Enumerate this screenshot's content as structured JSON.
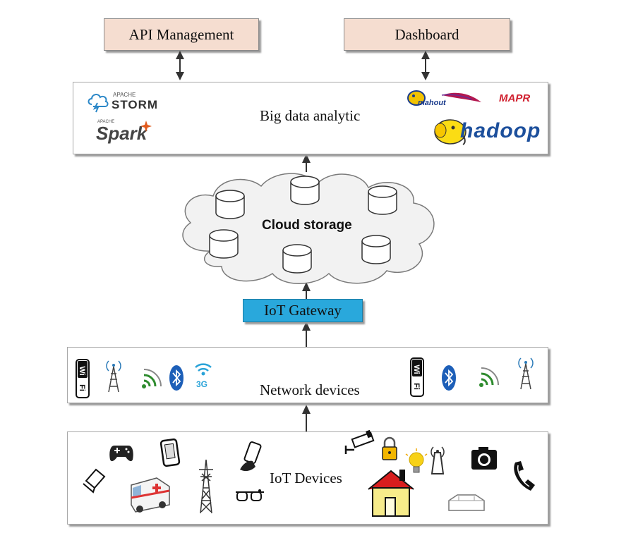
{
  "top": {
    "api_management": "API Management",
    "dashboard": "Dashboard"
  },
  "analytics": {
    "label": "Big data analytic",
    "logos": {
      "storm_small": "APACHE",
      "storm": "STORM",
      "spark_small": "APACHE",
      "spark": "Spark",
      "mahout": "mahout",
      "mapr": "MAPR",
      "hadoop": "hadoop"
    }
  },
  "cloud": {
    "label": "Cloud storage"
  },
  "gateway": {
    "label": "IoT Gateway"
  },
  "network": {
    "label": "Network devices",
    "wifi": "Wi Fi",
    "three_g": "3G"
  },
  "devices": {
    "label": "IoT Devices"
  },
  "colors": {
    "top_box": "#f5ddd0",
    "gateway": "#29a8dc",
    "arrow": "#333333"
  }
}
